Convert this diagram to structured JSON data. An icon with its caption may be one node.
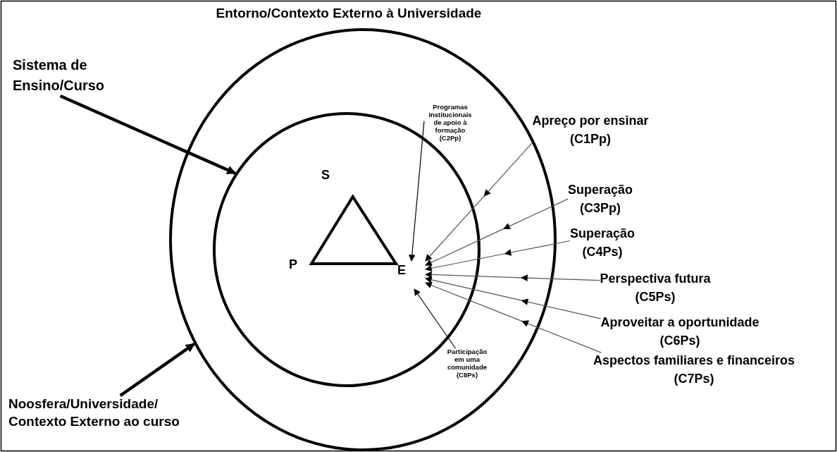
{
  "diagram": {
    "title": "Entorno/Contexto Externo à Universidade",
    "nodes": [
      {
        "text": [],
        "shape": "circle"
      },
      {
        "text": [
          "Sistema de Ensino/Curso"
        ]
      },
      {
        "text": [],
        "shape": "circle",
        "in": 0
      },
      {
        "text": [
          "Programas Institucionais de apoio à formação (C2Pp)"
        ],
        "in": 0
      },
      {
        "text": [
          "Apreço por ensinar",
          "(C1Pp)"
        ]
      },
      {
        "text": [],
        "shape": "triangle",
        "in": 2
      },
      {
        "text": [
          "E"
        ],
        "in": 2
      },
      {
        "text": [
          "Superação",
          "(C3Pp)"
        ]
      },
      {
        "text": [
          "Superação",
          "(C4Ps)"
        ]
      },
      {
        "text": [
          "Perspectiva futura",
          "(C5Ps)"
        ]
      },
      {
        "text": [
          "Aproveitar a oportunidade",
          "(C6Ps)"
        ]
      },
      {
        "text": [
          "Aspectos familiares e financeiros",
          "(C7Ps)"
        ]
      },
      {
        "text": [
          "Participação em uma comunidade (C8Ps)"
        ],
        "in": 0
      },
      {
        "text": [
          "Noosfera/Universidade/ Contexto Externo ao curso"
        ]
      }
    ],
    "edges": [
      {
        "from": 1,
        "to": 2,
        "arrow": "to",
        "style": "thick",
        "color": "#000000"
      },
      {
        "from": 13,
        "to": 0,
        "arrow": "to",
        "style": "thick",
        "color": "#000000"
      },
      {
        "from": 3,
        "to": 6,
        "arrow": "to",
        "color": "#000000"
      },
      {
        "from": 4,
        "to": 6,
        "arrow": "to"
      },
      {
        "from": 7,
        "to": 6,
        "arrow": "to"
      },
      {
        "from": 8,
        "to": 6,
        "arrow": "to"
      },
      {
        "from": 9,
        "to": 6,
        "arrow": "to"
      },
      {
        "from": 10,
        "to": 6,
        "arrow": "to"
      },
      {
        "from": 11,
        "to": 6,
        "arrow": "to"
      },
      {
        "from": 12,
        "to": 6,
        "arrow": "to",
        "color": "#000000"
      }
    ],
    "labels": [
      "S",
      "P"
    ]
  }
}
